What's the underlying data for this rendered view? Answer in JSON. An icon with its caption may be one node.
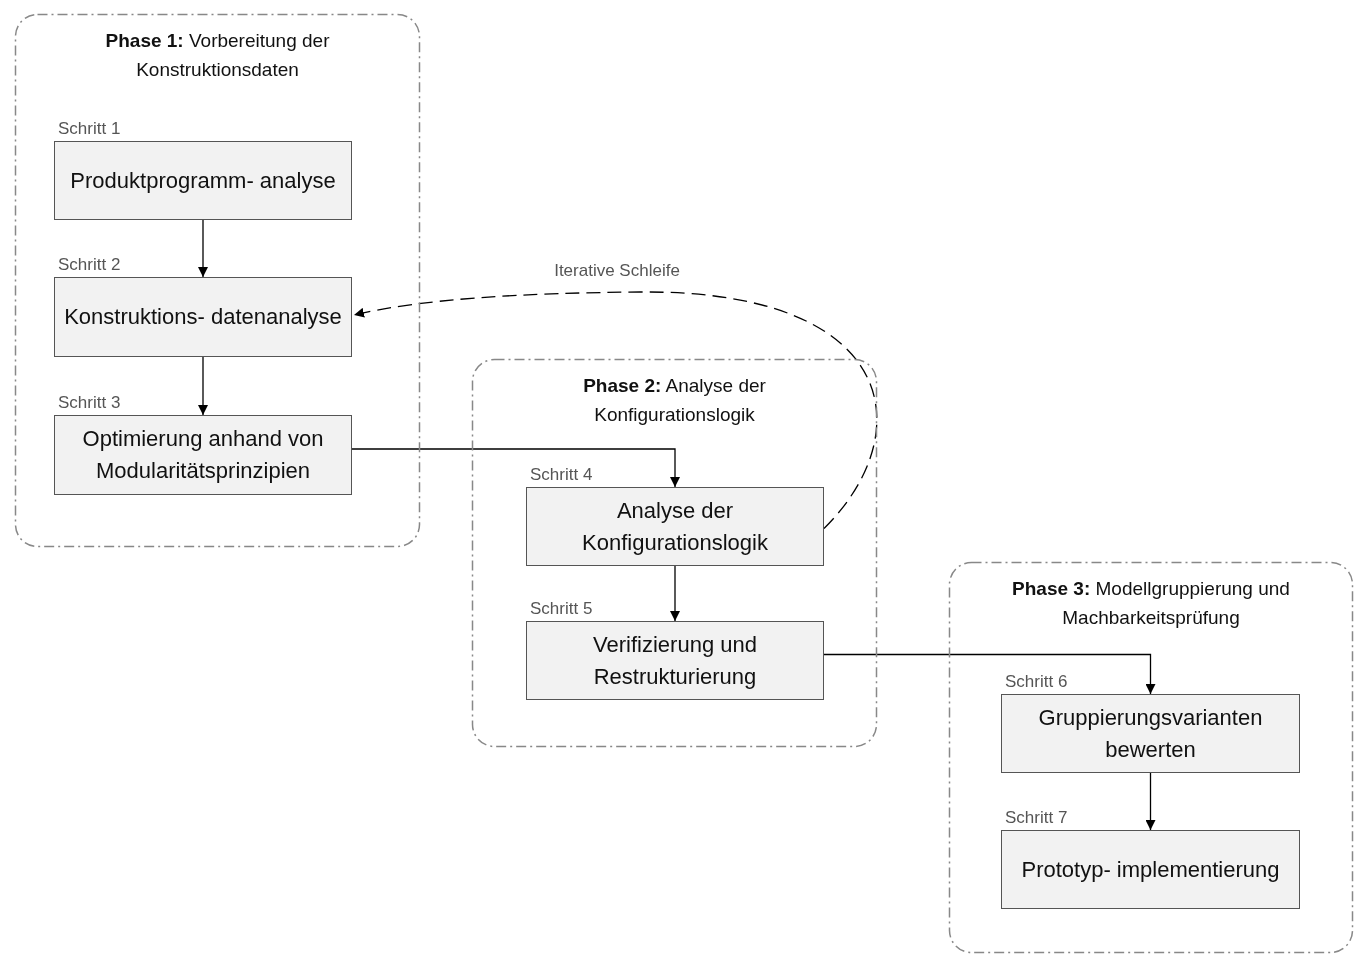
{
  "diagram": {
    "nodes": [
      {
        "text": [
          "**Phase 1:** Vorbereitung der Konstruktionsdaten"
        ]
      },
      {
        "text": [
          "Produktprogramm- analyse"
        ],
        "in": 0,
        "beside": [
          "Schritt 1"
        ]
      },
      {
        "text": [
          "Konstruktions- datenanalyse"
        ],
        "in": 0,
        "beside": [
          "Schritt 2"
        ]
      },
      {
        "text": [
          "Optimierung anhand von Modularitätsprinzipien"
        ],
        "in": 0,
        "beside": [
          "Schritt 3"
        ]
      },
      {
        "text": [
          "**Phase 2:** Analyse der Konfigurationslogik"
        ]
      },
      {
        "text": [
          "Analyse der Konfigurationslogik"
        ],
        "in": 4,
        "beside": [
          "Schritt 4"
        ]
      },
      {
        "text": [
          "Verifizierung und Restrukturierung"
        ],
        "in": 4,
        "beside": [
          "Schritt 5"
        ]
      },
      {
        "text": [
          "**Phase 3:** Modellgruppierung und Machbarkeitsprüfung"
        ]
      },
      {
        "text": [
          "Gruppierungsvarianten bewerten"
        ],
        "in": 7,
        "beside": [
          "Schritt 6"
        ]
      },
      {
        "text": [
          "Prototyp- implementierung"
        ],
        "in": 7,
        "beside": [
          "Schritt 7"
        ]
      }
    ],
    "edges": [
      {
        "from": 1,
        "to": 2,
        "arrow": "to"
      },
      {
        "from": 2,
        "to": 3,
        "arrow": "to"
      },
      {
        "from": 3,
        "to": 5,
        "arrow": "to"
      },
      {
        "from": 5,
        "to": 6,
        "arrow": "to"
      },
      {
        "from": 6,
        "to": 8,
        "arrow": "to"
      },
      {
        "from": 8,
        "to": 9,
        "arrow": "to"
      },
      {
        "from": 5,
        "to": 2,
        "arrow": "to",
        "style": "dashed",
        "label": "Iterative Schleife"
      }
    ]
  }
}
